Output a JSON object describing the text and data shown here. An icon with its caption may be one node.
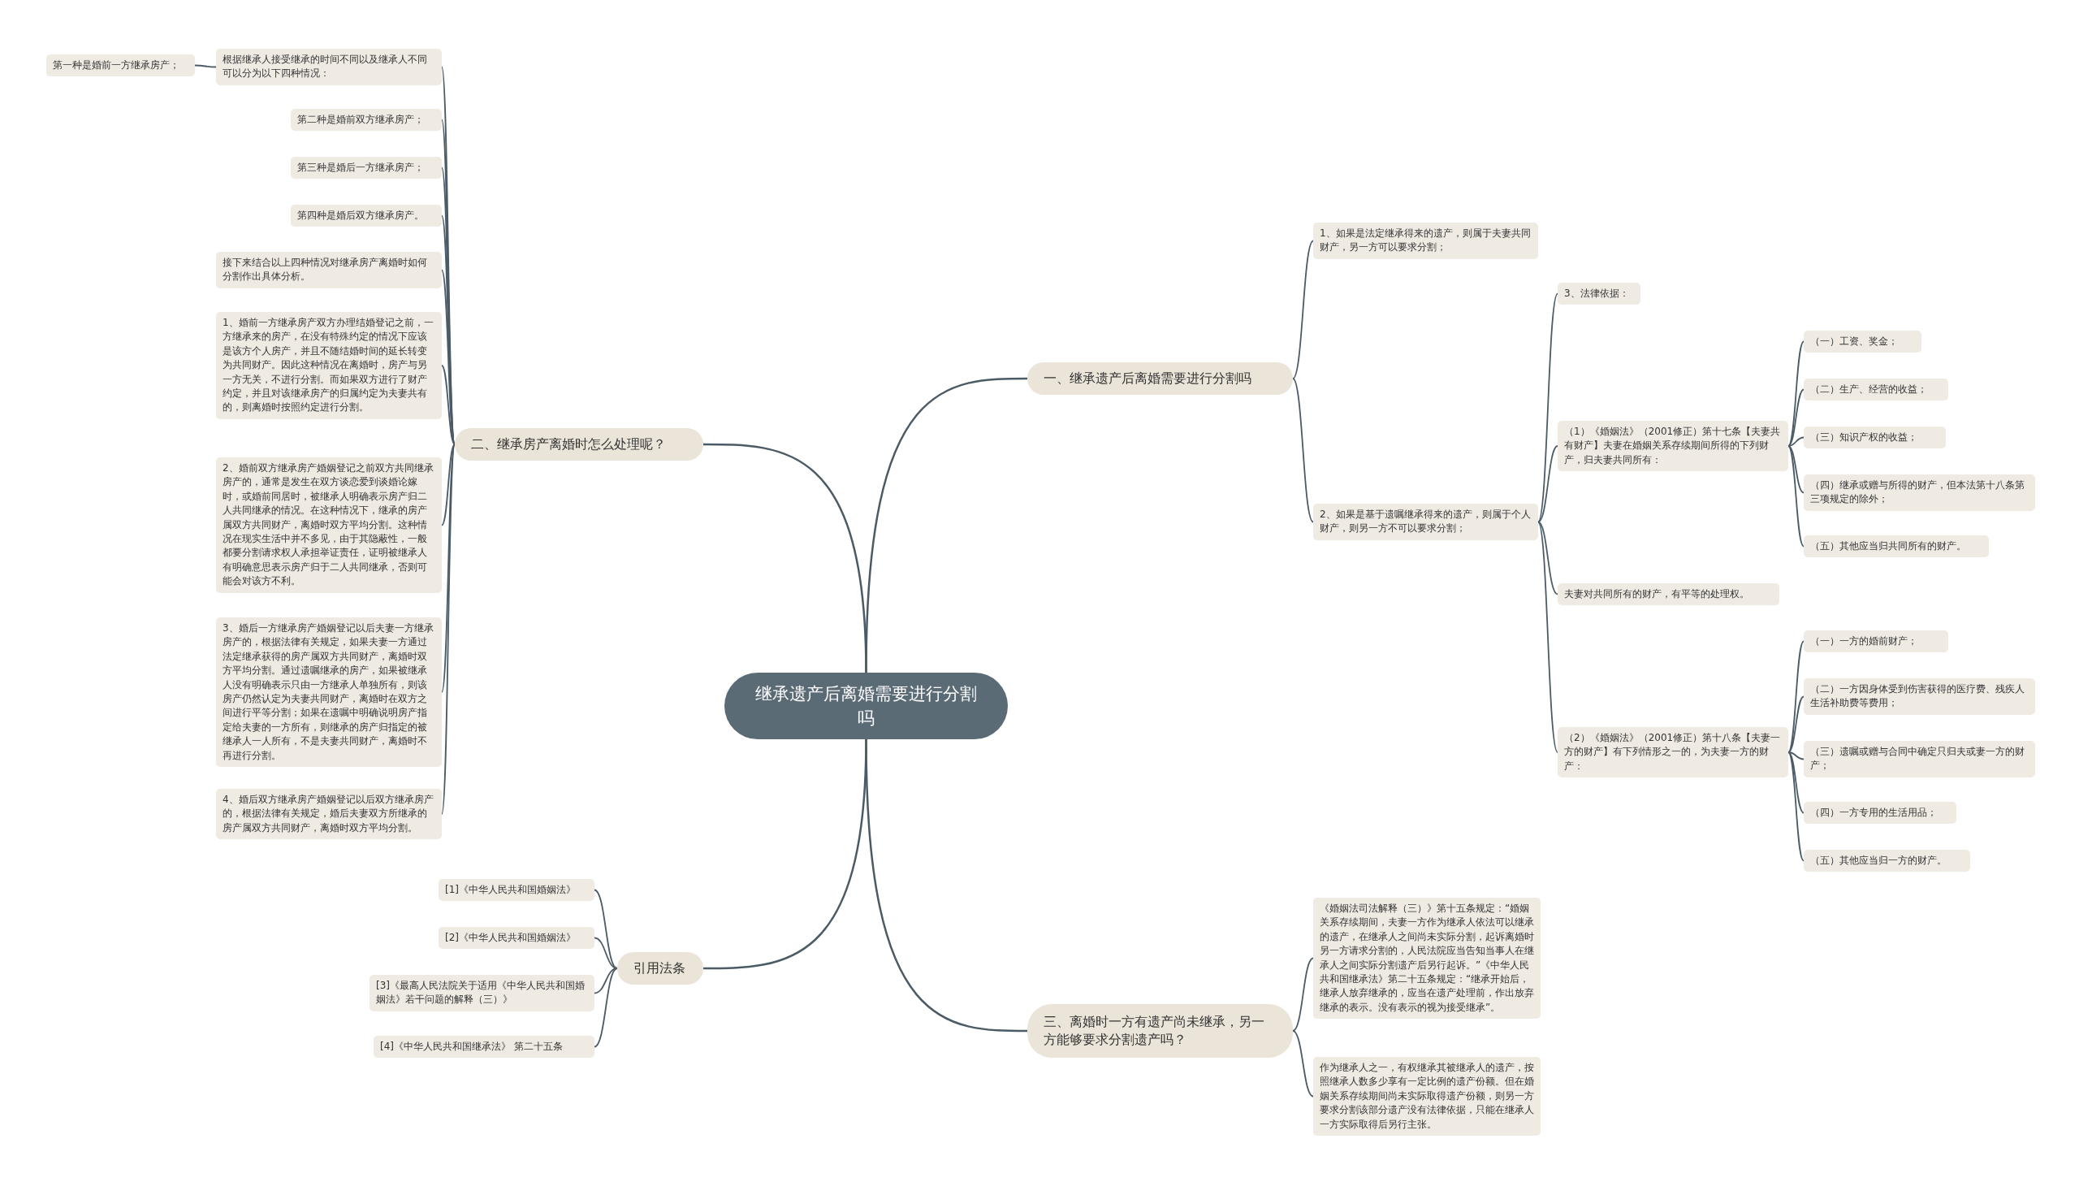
{
  "diagram": {
    "nodes": [
      {
        "text": [
          "继承遗产后离婚需要进行分割吗"
        ]
      },
      {
        "text": [
          "一、继承遗产后离婚需要进行分割吗"
        ]
      },
      {
        "text": [
          "1、如果是法定继承得来的遗产，则属于夫妻共同财产，另一方可以要求分割；"
        ]
      },
      {
        "text": [
          "2、如果是基于遗嘱继承得来的遗产，则属于个人财产，则另一方不可以要求分割；"
        ]
      },
      {
        "text": [
          "3、法律依据："
        ]
      },
      {
        "text": [
          "（1）《婚姻法》（2001修正）第十七条【夫妻共有财产】夫妻在婚姻关系存续期间所得的下列财产，归夫妻共同所有："
        ]
      },
      {
        "text": [
          "（一）工资、奖金；"
        ]
      },
      {
        "text": [
          "（二）生产、经营的收益；"
        ]
      },
      {
        "text": [
          "（三）知识产权的收益；"
        ]
      },
      {
        "text": [
          "（四）继承或赠与所得的财产，但本法第十八条第三项规定的除外；"
        ]
      },
      {
        "text": [
          "（五）其他应当归共同所有的财产。"
        ]
      },
      {
        "text": [
          "夫妻对共同所有的财产，有平等的处理权。"
        ]
      },
      {
        "text": [
          "（2）《婚姻法》（2001修正）第十八条【夫妻一方的财产】有下列情形之一的，为夫妻一方的财产："
        ]
      },
      {
        "text": [
          "（一）一方的婚前财产；"
        ]
      },
      {
        "text": [
          "（二）一方因身体受到伤害获得的医疗费、残疾人生活补助费等费用；"
        ]
      },
      {
        "text": [
          "（三）遗嘱或赠与合同中确定只归夫或妻一方的财产；"
        ]
      },
      {
        "text": [
          "（四）一方专用的生活用品；"
        ]
      },
      {
        "text": [
          "（五）其他应当归一方的财产。"
        ]
      },
      {
        "text": [
          "三、离婚时一方有遗产尚未继承，另一方能够要求分割遗产吗？"
        ]
      },
      {
        "text": [
          "《婚姻法司法解释（三）》第十五条规定：“婚姻关系存续期间，夫妻一方作为继承人依法可以继承的遗产，在继承人之间尚未实际分割，起诉离婚时另一方请求分割的，人民法院应当告知当事人在继承人之间实际分割遗产后另行起诉。”《中华人民共和国继承法》第二十五条规定：“继承开始后，继承人放弃继承的，应当在遗产处理前，作出放弃继承的表示。没有表示的视为接受继承”。"
        ]
      },
      {
        "text": [
          "作为继承人之一，有权继承其被继承人的遗产，按照继承人数多少享有一定比例的遗产份额。但在婚姻关系存续期间尚未实际取得遗产份额，则另一方要求分割该部分遗产没有法律依据，只能在继承人一方实际取得后另行主张。"
        ]
      },
      {
        "text": [
          "二、继承房产离婚时怎么处理呢？"
        ]
      },
      {
        "text": [
          "根据继承人接受继承的时间不同以及继承人不同可以分为以下四种情况："
        ]
      },
      {
        "text": [
          "第一种是婚前一方继承房产；"
        ]
      },
      {
        "text": [
          "第二种是婚前双方继承房产；"
        ]
      },
      {
        "text": [
          "第三种是婚后一方继承房产；"
        ]
      },
      {
        "text": [
          "第四种是婚后双方继承房产。"
        ]
      },
      {
        "text": [
          "接下来结合以上四种情况对继承房产离婚时如何分割作出具体分析。"
        ]
      },
      {
        "text": [
          "1、婚前一方继承房产双方办理结婚登记之前，一方继承来的房产，在没有特殊约定的情况下应该是该方个人房产，并且不随结婚时间的延长转变为共同财产。因此这种情况在离婚时，房产与另一方无关，不进行分割。而如果双方进行了财产约定，并且对该继承房产的归属约定为夫妻共有的，则离婚时按照约定进行分割。"
        ]
      },
      {
        "text": [
          "2、婚前双方继承房产婚姻登记之前双方共同继承房产的，通常是发生在双方谈恋爱到谈婚论嫁时，或婚前同居时，被继承人明确表示房产归二人共同继承的情况。在这种情况下，继承的房产属双方共同财产，离婚时双方平均分割。这种情况在现实生活中并不多见，由于其隐蔽性，一般都要分割请求权人承担举证责任，证明被继承人有明确意思表示房产归于二人共同继承，否则可能会对该方不利。"
        ]
      },
      {
        "text": [
          "3、婚后一方继承房产婚姻登记以后夫妻一方继承房产的，根据法律有关规定，如果夫妻一方通过法定继承获得的房产属双方共同财产，离婚时双方平均分割。通过遗嘱继承的房产，如果被继承人没有明确表示只由一方继承人单独所有，则该房产仍然认定为夫妻共同财产，离婚时在双方之间进行平等分割；如果在遗嘱中明确说明房产指定给夫妻的一方所有，则继承的房产归指定的被继承人一人所有，不是夫妻共同财产，离婚时不再进行分割。"
        ]
      },
      {
        "text": [
          "4、婚后双方继承房产婚姻登记以后双方继承房产的，根据法律有关规定，婚后夫妻双方所继承的房产属双方共同财产，离婚时双方平均分割。"
        ]
      },
      {
        "text": [
          "引用法条"
        ]
      },
      {
        "text": [
          "[1]《中华人民共和国婚姻法》"
        ]
      },
      {
        "text": [
          "[2]《中华人民共和国婚姻法》"
        ]
      },
      {
        "text": [
          "[3]《最高人民法院关于适用《中华人民共和国婚姻法》若干问题的解释（三）》"
        ]
      },
      {
        "text": [
          "[4]《中华人民共和国继承法》 第二十五条"
        ]
      }
    ],
    "edges": [
      {
        "from": 0,
        "to": 1,
        "arrow": "none"
      },
      {
        "from": 0,
        "to": 18,
        "arrow": "none"
      },
      {
        "from": 0,
        "to": 21,
        "arrow": "none"
      },
      {
        "from": 0,
        "to": 32,
        "arrow": "none"
      },
      {
        "from": 1,
        "to": 2,
        "arrow": "none"
      },
      {
        "from": 1,
        "to": 3,
        "arrow": "none"
      },
      {
        "from": 3,
        "to": 4,
        "arrow": "none"
      },
      {
        "from": 3,
        "to": 5,
        "arrow": "none"
      },
      {
        "from": 3,
        "to": 11,
        "arrow": "none"
      },
      {
        "from": 3,
        "to": 12,
        "arrow": "none"
      },
      {
        "from": 5,
        "to": 6,
        "arrow": "none"
      },
      {
        "from": 5,
        "to": 7,
        "arrow": "none"
      },
      {
        "from": 5,
        "to": 8,
        "arrow": "none"
      },
      {
        "from": 5,
        "to": 9,
        "arrow": "none"
      },
      {
        "from": 5,
        "to": 10,
        "arrow": "none"
      },
      {
        "from": 12,
        "to": 13,
        "arrow": "none"
      },
      {
        "from": 12,
        "to": 14,
        "arrow": "none"
      },
      {
        "from": 12,
        "to": 15,
        "arrow": "none"
      },
      {
        "from": 12,
        "to": 16,
        "arrow": "none"
      },
      {
        "from": 12,
        "to": 17,
        "arrow": "none"
      },
      {
        "from": 18,
        "to": 19,
        "arrow": "none"
      },
      {
        "from": 18,
        "to": 20,
        "arrow": "none"
      },
      {
        "from": 21,
        "to": 22,
        "arrow": "none"
      },
      {
        "from": 22,
        "to": 23,
        "arrow": "none"
      },
      {
        "from": 21,
        "to": 24,
        "arrow": "none"
      },
      {
        "from": 21,
        "to": 25,
        "arrow": "none"
      },
      {
        "from": 21,
        "to": 26,
        "arrow": "none"
      },
      {
        "from": 21,
        "to": 27,
        "arrow": "none"
      },
      {
        "from": 21,
        "to": 28,
        "arrow": "none"
      },
      {
        "from": 21,
        "to": 29,
        "arrow": "none"
      },
      {
        "from": 21,
        "to": 30,
        "arrow": "none"
      },
      {
        "from": 21,
        "to": 31,
        "arrow": "none"
      },
      {
        "from": 32,
        "to": 33,
        "arrow": "none"
      },
      {
        "from": 32,
        "to": 34,
        "arrow": "none"
      },
      {
        "from": 32,
        "to": 35,
        "arrow": "none"
      },
      {
        "from": 32,
        "to": 36,
        "arrow": "none"
      }
    ]
  }
}
